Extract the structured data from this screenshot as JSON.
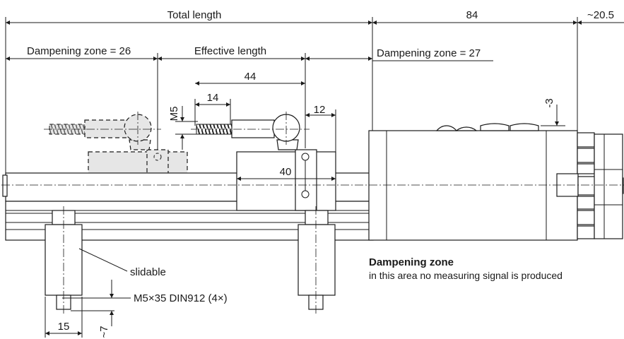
{
  "labels": {
    "total_length": "Total length",
    "dim_84": "84",
    "dim_20_5": "~20.5",
    "dampening_26": "Dampening zone = 26",
    "effective_length": "Effective length",
    "dampening_27": "Dampening zone = 27",
    "dim_44": "44",
    "dim_14": "14",
    "dim_m5": "M5",
    "dim_12": "12",
    "dim_3": "-3",
    "dim_40": "40",
    "slidable": "slidable",
    "screw": "M5×35 DIN912 (4×)",
    "dim_15": "15",
    "dim_7": "~7"
  },
  "note": {
    "title": "Dampening zone",
    "text": "in this area no measuring signal is produced"
  }
}
